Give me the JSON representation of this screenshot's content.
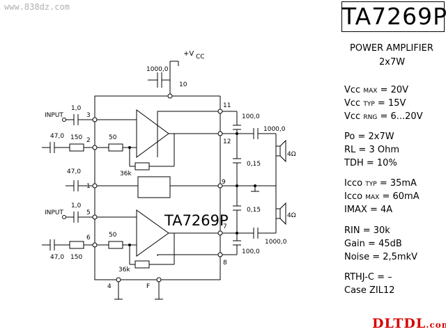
{
  "watermark": "www.838dz.com",
  "title": "TA7269P",
  "description": "POWER AMPLIFIER",
  "power_rating": "2x7W",
  "specs": {
    "vcc_max": {
      "label": "Vcc",
      "sub": "MAX",
      "value": "= 20V"
    },
    "vcc_typ": {
      "label": "Vcc",
      "sub": "TYP",
      "value": "= 15V"
    },
    "vcc_rng": {
      "label": "Vcc",
      "sub": "RNG",
      "value": "= 6...20V"
    },
    "po": {
      "label": "Po",
      "value": "= 2x7W"
    },
    "rl": {
      "label": "RL",
      "value": "= 3 Ohm"
    },
    "tdh": {
      "label": "TDH",
      "value": "= 10%"
    },
    "icco_typ": {
      "label": "Icco",
      "sub": "TYP",
      "value": "= 35mA"
    },
    "icco_max": {
      "label": "Icco",
      "sub": "MAX",
      "value": "= 60mA"
    },
    "imax": {
      "label": "IMAX",
      "value": "=    4A"
    },
    "rin": {
      "label": "RIN",
      "value": "=  30k"
    },
    "gain": {
      "label": "Gain",
      "value": "=  45dB"
    },
    "noise": {
      "label": "Noise",
      "value": "= 2,5mkV"
    },
    "rthj": {
      "label": "RTHJ-C",
      "value": "= –"
    },
    "case": {
      "label": "Case",
      "value": "ZIL12"
    }
  },
  "schematic": {
    "ic_label": "TA7269P",
    "vcc": "+V",
    "vcc_sub": "CC",
    "input_label": "INPUT",
    "pins": [
      "1",
      "2",
      "3",
      "4",
      "5",
      "6",
      "7",
      "8",
      "9",
      "10",
      "11",
      "12",
      "F"
    ],
    "cap_vcc": "1000,0",
    "cap_in": "1,0",
    "cap_fb": "47,0",
    "res_fb": "150",
    "res_50": "50",
    "res_36k": "36k",
    "cap_pin1": "47,0",
    "cap_boot": "100,0",
    "cap_out": "1000,0",
    "cap_zobel": "0,15",
    "speaker": "4Ω"
  },
  "logo": "DLTDL",
  "logo_domain": ".com"
}
